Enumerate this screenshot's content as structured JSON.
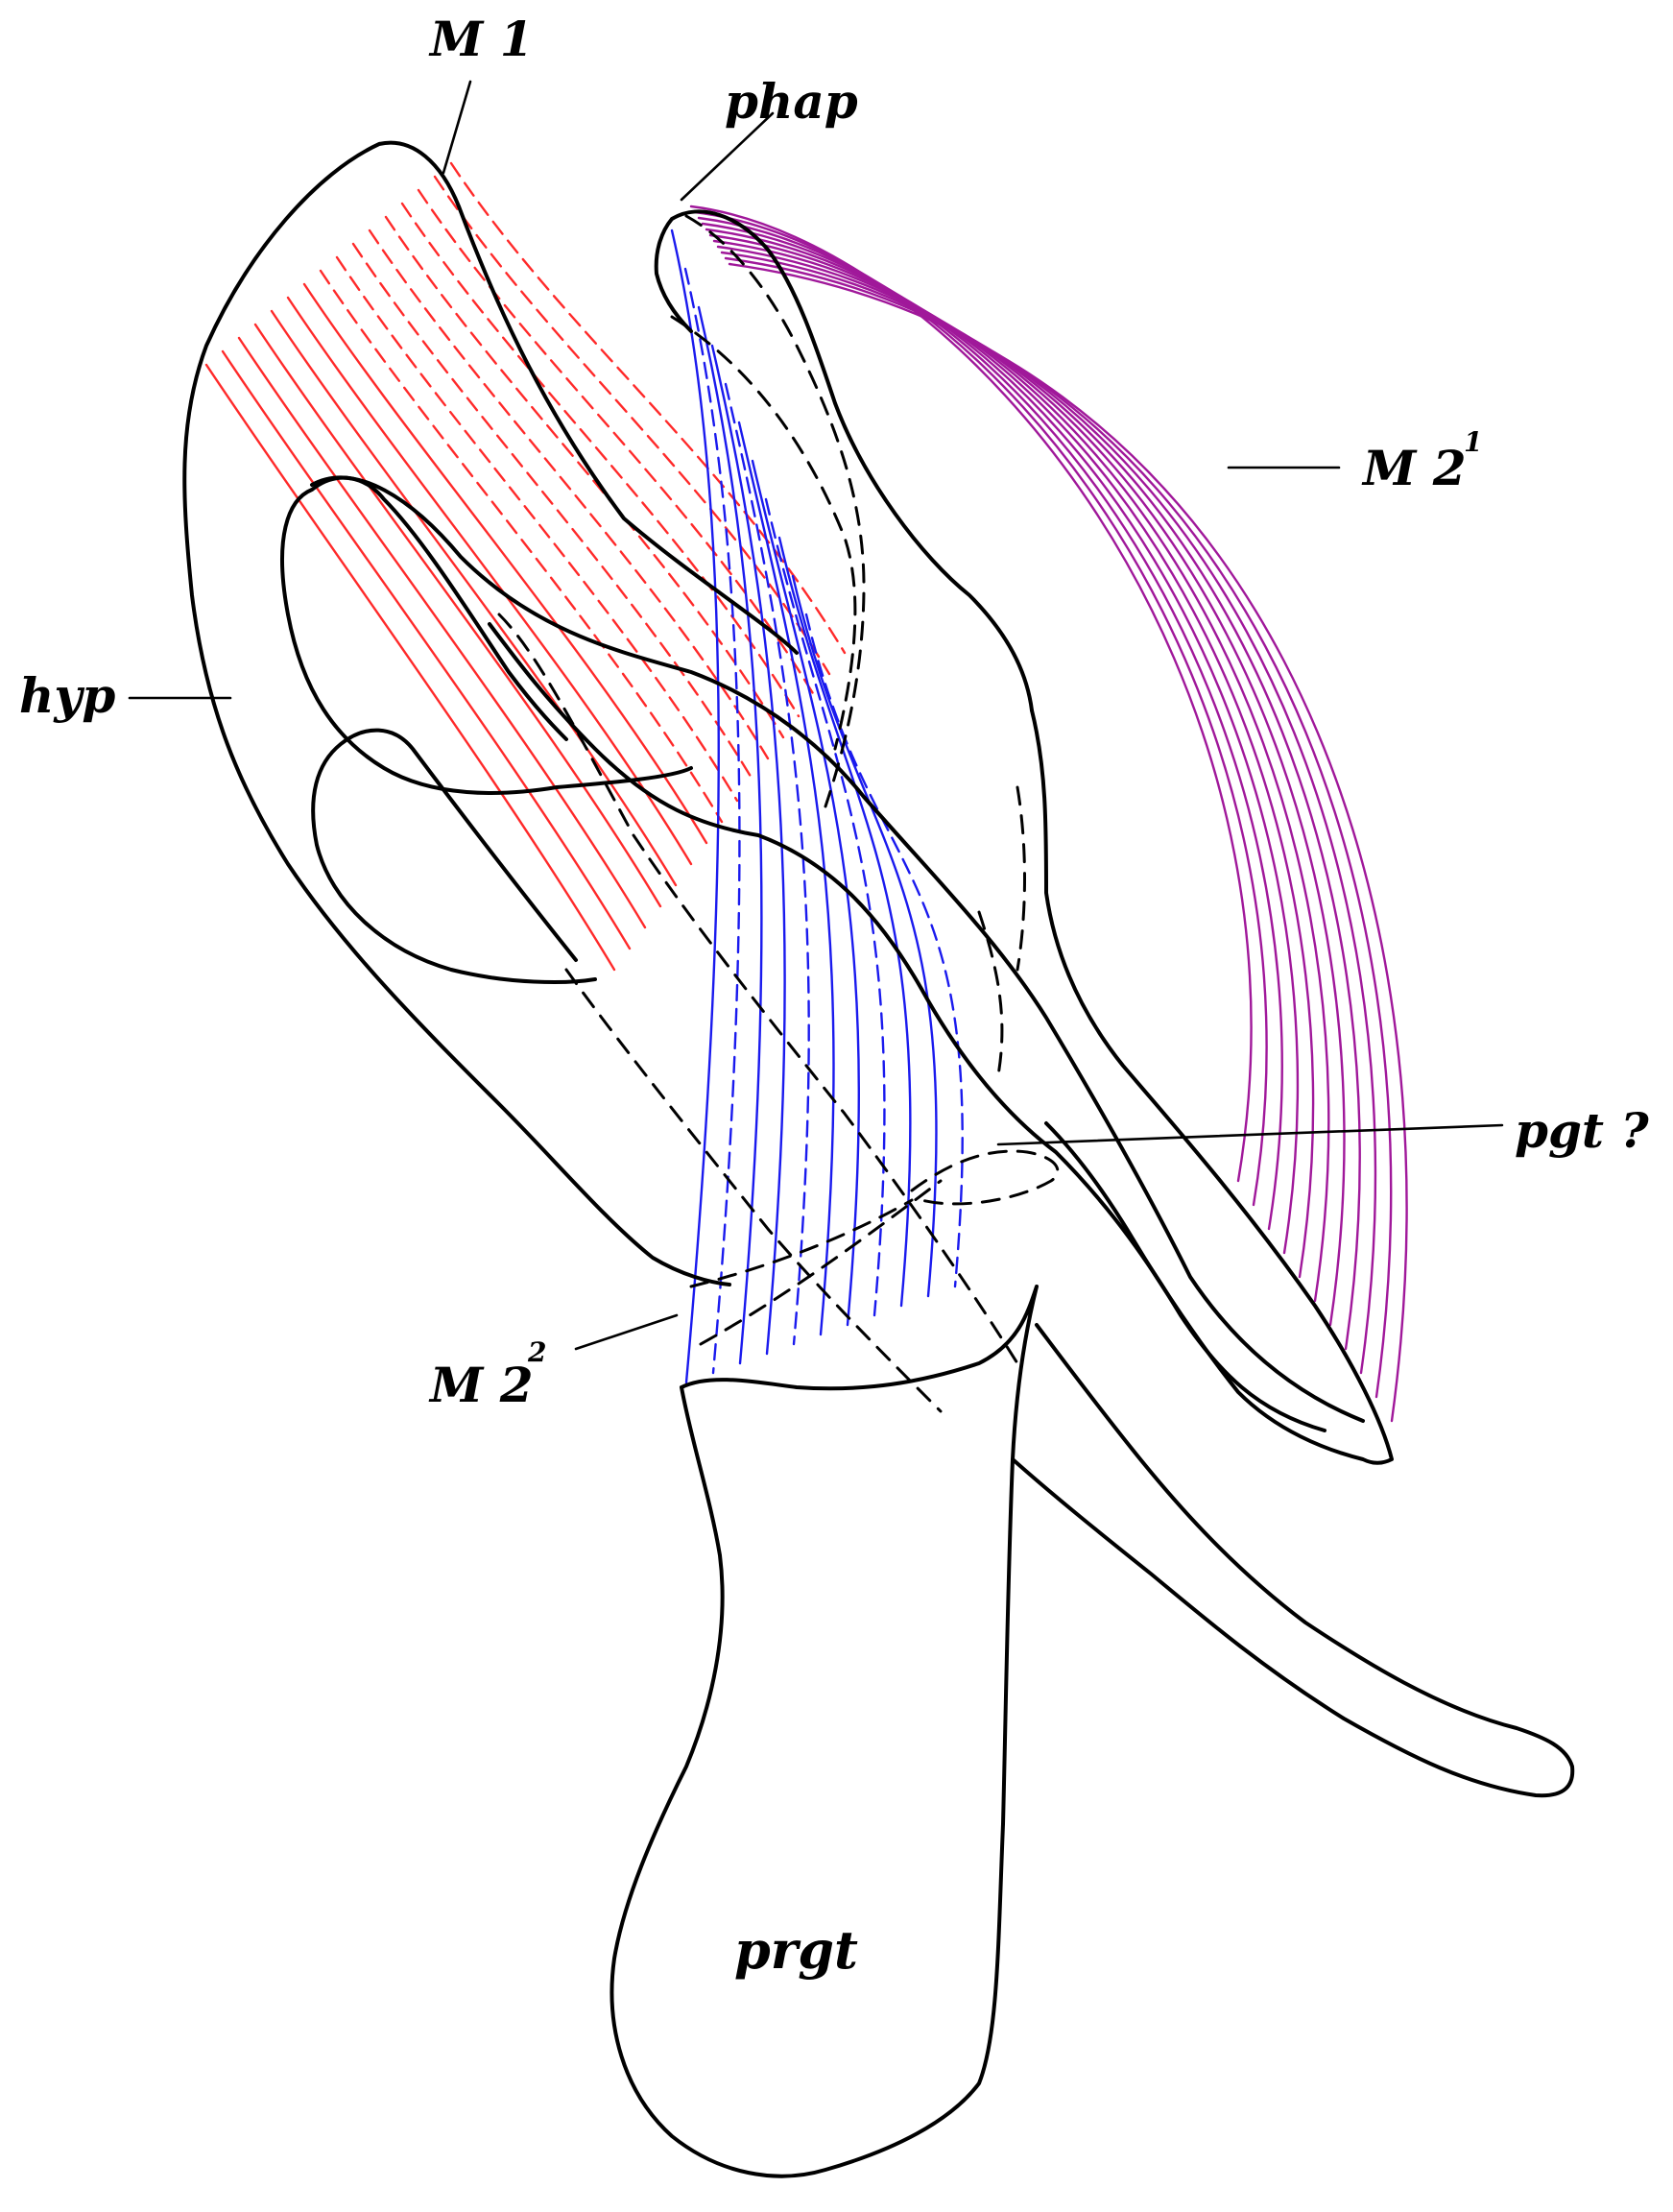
{
  "colors": {
    "outline": "#000000",
    "m1_muscle": "#ff2a2a",
    "m2_1_muscle": "#a0189a",
    "m2_2_muscle": "#1a1aee",
    "background": "#ffffff"
  },
  "labels": {
    "m1": "M 1",
    "phap": "phap",
    "m2_1_main": "M 2",
    "m2_1_sup": "1",
    "hyp": "hyp",
    "pgt": "pgt ?",
    "m2_2_main": "M 2",
    "m2_2_sup": "2",
    "prgt": "prgt"
  }
}
